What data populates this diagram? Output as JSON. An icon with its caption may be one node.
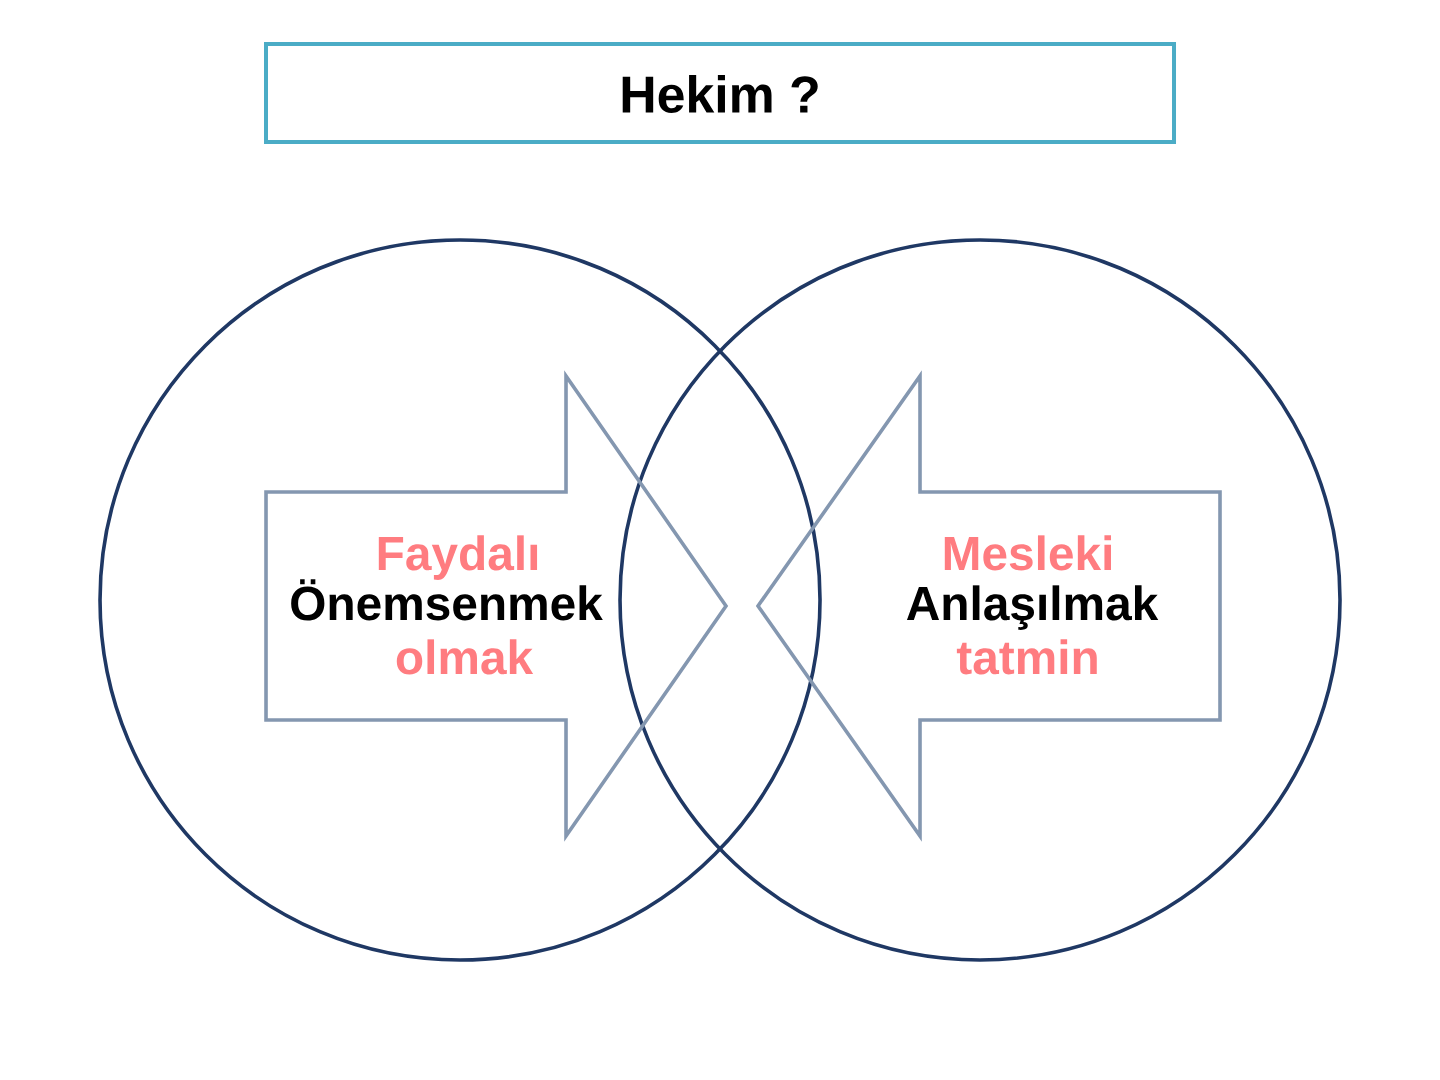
{
  "diagram": {
    "nodes": [
      {
        "text": [
          "Hekim ?"
        ]
      },
      {
        "text": [],
        "shape": "circle"
      },
      {
        "text": [
          "Faydalı",
          "Önemsenmek",
          "olmak"
        ],
        "in": 1
      },
      {
        "text": [],
        "shape": "circle"
      },
      {
        "text": [
          "Mesleki",
          "Anlaşılmak",
          "tatmin"
        ],
        "in": 3
      }
    ]
  }
}
